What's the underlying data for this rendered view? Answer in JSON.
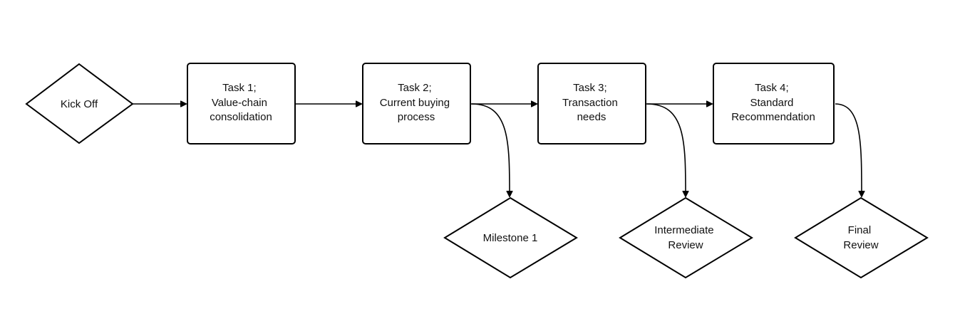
{
  "diagram": {
    "nodes": {
      "kickoff": {
        "lines": [
          "Kick Off"
        ]
      },
      "task1": {
        "lines": [
          "Task 1;",
          "Value-chain",
          "consolidation"
        ]
      },
      "task2": {
        "lines": [
          "Task 2;",
          "Current buying",
          "process"
        ]
      },
      "task3": {
        "lines": [
          "Task 3;",
          "Transaction",
          "needs"
        ]
      },
      "task4": {
        "lines": [
          "Task 4;",
          "Standard",
          "Recommendation"
        ]
      },
      "milestone1": {
        "lines": [
          "Milestone 1"
        ]
      },
      "intermediate": {
        "lines": [
          "Intermediate",
          "Review"
        ]
      },
      "final": {
        "lines": [
          "Final",
          "Review"
        ]
      }
    },
    "edges": [
      {
        "from": "kickoff",
        "to": "task1"
      },
      {
        "from": "task1",
        "to": "task2"
      },
      {
        "from": "task2",
        "to": "task3"
      },
      {
        "from": "task3",
        "to": "task4"
      },
      {
        "from": "task2",
        "to": "milestone1"
      },
      {
        "from": "task3",
        "to": "intermediate"
      },
      {
        "from": "task4",
        "to": "final"
      }
    ]
  }
}
